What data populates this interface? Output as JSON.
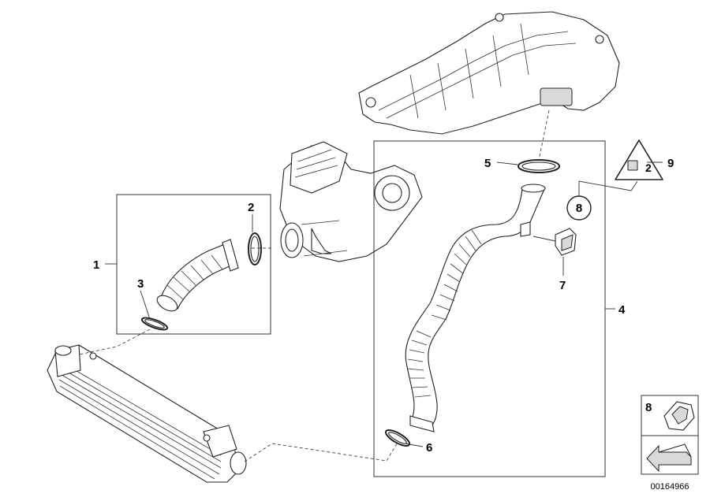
{
  "callouts": {
    "c1": "1",
    "c2": "2",
    "c3": "3",
    "c4": "4",
    "c5": "5",
    "c6": "6",
    "c7": "7",
    "c8": "8",
    "c9": "9",
    "c9_symbol": "2",
    "c8_inset": "8"
  },
  "doc_number": "00164966"
}
